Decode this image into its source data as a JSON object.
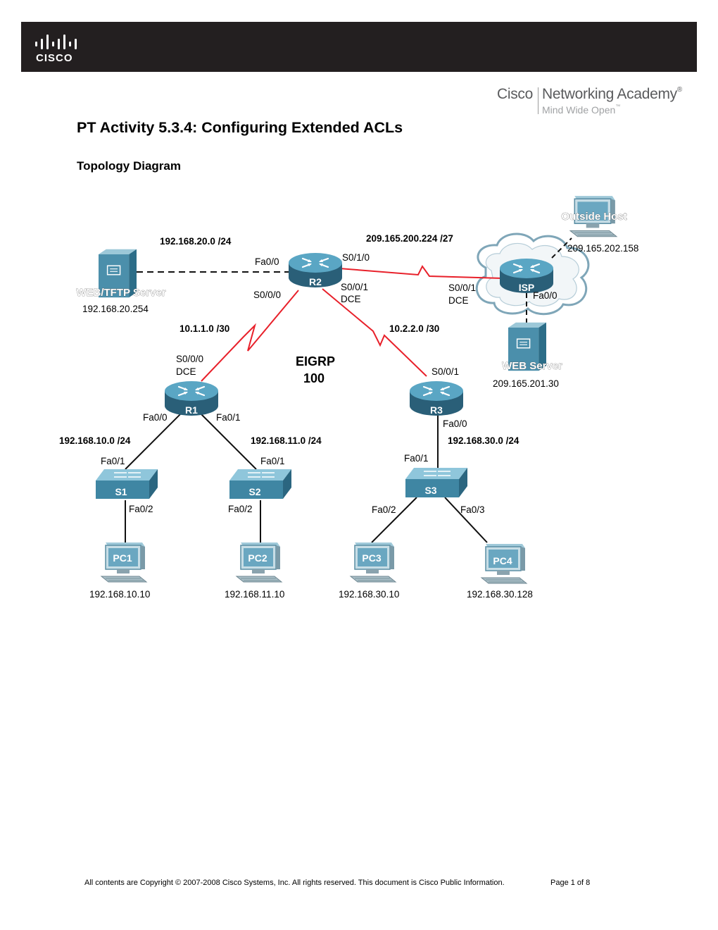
{
  "header": {
    "logo_text": "CISCO",
    "academy_brand": "Cisco",
    "academy_name": "Networking Academy",
    "academy_tagline": "Mind Wide Open",
    "registered_mark": "®",
    "trademark_mark": "™"
  },
  "document": {
    "title": "PT Activity 5.3.4: Configuring Extended ACLs",
    "section_heading": "Topology Diagram"
  },
  "topology": {
    "networks": {
      "lan_r2": "192.168.20.0 /24",
      "wan_isp": "209.165.200.224 /27",
      "link_r1_r2": "10.1.1.0 /30",
      "link_r2_r3": "10.2.2.0 /30",
      "lan_s1": "192.168.10.0 /24",
      "lan_s2": "192.168.11.0 /24",
      "lan_s3": "192.168.30.0 /24"
    },
    "routing": {
      "protocol": "EIGRP",
      "as_number": "100"
    },
    "devices": {
      "r1": "R1",
      "r2": "R2",
      "r3": "R3",
      "isp": "ISP",
      "s1": "S1",
      "s2": "S2",
      "s3": "S3",
      "pc1": "PC1",
      "pc2": "PC2",
      "pc3": "PC3",
      "pc4": "PC4",
      "web_tftp_server": "WEB/TFTP Server",
      "web_server": "WEB Server",
      "outside_host": "Outside Host"
    },
    "addresses": {
      "web_tftp_server": "192.168.20.254",
      "outside_host": "209.165.202.158",
      "web_server": "209.165.201.30",
      "pc1": "192.168.10.10",
      "pc2": "192.168.11.10",
      "pc3": "192.168.30.10",
      "pc4": "192.168.30.128"
    },
    "interfaces": {
      "r2_fa00": "Fa0/0",
      "r2_s010": "S0/1/0",
      "r2_s000": "S0/0/0",
      "r2_s001": "S0/0/1",
      "r2_s001_dce": "DCE",
      "isp_s001": "S0/0/1",
      "isp_s001_dce": "DCE",
      "isp_fa00": "Fa0/0",
      "r1_s000": "S0/0/0",
      "r1_s000_dce": "DCE",
      "r1_fa00": "Fa0/0",
      "r1_fa01": "Fa0/1",
      "r3_s001": "S0/0/1",
      "r3_fa00": "Fa0/0",
      "s1_fa01": "Fa0/1",
      "s1_fa02": "Fa0/2",
      "s2_fa01": "Fa0/1",
      "s2_fa02": "Fa0/2",
      "s3_fa01": "Fa0/1",
      "s3_fa02": "Fa0/2",
      "s3_fa03": "Fa0/3"
    },
    "colors": {
      "serial_link": "#e8202a",
      "ethernet_link": "#111111",
      "router_body": "#3a7f9e",
      "switch_body": "#4f93ad"
    }
  },
  "footer": {
    "copyright": "All contents are Copyright © 2007-2008 Cisco Systems, Inc. All rights reserved. This document is Cisco Public Information.",
    "page": "Page 1 of 8"
  }
}
